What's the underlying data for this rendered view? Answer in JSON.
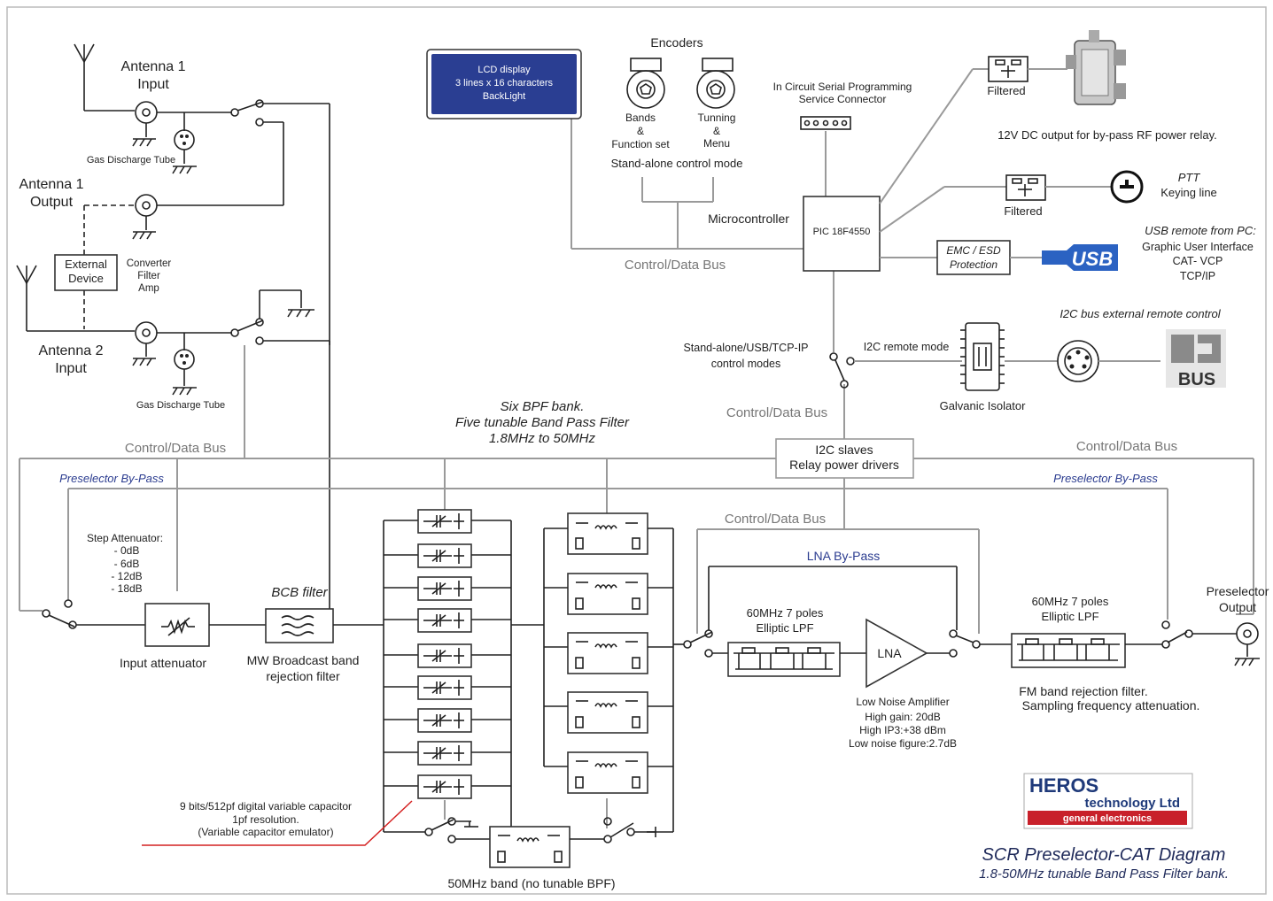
{
  "antenna": {
    "a1_input": [
      "Antenna 1",
      "Input"
    ],
    "a1_output": [
      "Antenna 1",
      "Output"
    ],
    "a2_input": [
      "Antenna 2",
      "Input"
    ],
    "gas_tube_1": "Gas Discharge Tube",
    "gas_tube_2": "Gas Discharge Tube",
    "external_device": [
      "External",
      "Device"
    ],
    "converter": [
      "Converter",
      "Filter",
      "Amp"
    ]
  },
  "lcd": [
    "LCD display",
    "3 lines x 16 characters",
    "BackLight"
  ],
  "encoders": {
    "title": "Encoders",
    "bands": [
      "Bands",
      "&",
      "Function set"
    ],
    "tuning": [
      "Tunning",
      "&",
      "Menu"
    ],
    "mode": "Stand-alone control mode"
  },
  "icsp": [
    "In Circuit Serial Programming",
    "Service Connector"
  ],
  "mcu": {
    "label": "Microcontroller",
    "chip": "PIC 18F4550"
  },
  "bus_labels": {
    "top": "Control/Data Bus",
    "mid": "Control/Data Bus",
    "left": "Control/Data Bus",
    "right": "Control/Data Bus",
    "lower": "Control/Data Bus"
  },
  "filtered_1": "Filtered",
  "filtered_2": "Filtered",
  "dc_output": "12V DC output for by-pass RF power relay.",
  "ptt": [
    "PTT",
    "Keying line"
  ],
  "emc": [
    "EMC / ESD",
    "Protection"
  ],
  "usb_logo": "USB",
  "usb_remote": [
    "USB remote from PC:",
    "Graphic User Interface",
    "CAT- VCP",
    "TCP/IP"
  ],
  "i2c_ext": "I2C bus external remote control",
  "i2c_logo": "BUS",
  "modes": [
    "Stand-alone/USB/TCP-IP",
    "control modes"
  ],
  "i2c_remote_mode": "I2C remote mode",
  "galvanic": "Galvanic Isolator",
  "i2c_slaves": [
    "I2C slaves",
    "Relay power drivers"
  ],
  "bpf_bank": [
    "Six BPF bank.",
    "Five tunable Band Pass Filter",
    "1.8MHz to 50MHz"
  ],
  "preselector_bypass_left": "Preselector By-Pass",
  "preselector_bypass_right": "Preselector By-Pass",
  "step_att": [
    "Step Attenuator:",
    "- 0dB",
    "- 6dB",
    "- 12dB",
    "- 18dB"
  ],
  "input_att": "Input attenuator",
  "bcb": {
    "title": "BCB filter",
    "desc": [
      "MW Broadcast band",
      "rejection filter"
    ]
  },
  "lna_bypass": "LNA By-Pass",
  "lpf1": [
    "60MHz 7 poles",
    "Elliptic LPF"
  ],
  "lpf2": [
    "60MHz 7 poles",
    "Elliptic LPF"
  ],
  "lna": {
    "label": "LNA",
    "desc": [
      "Low Noise Amplifier",
      "High gain: 20dB",
      "High IP3:+38 dBm",
      "Low noise figure:2.7dB"
    ]
  },
  "fm_rej": [
    "FM band rejection filter.",
    "Sampling frequency attenuation."
  ],
  "preselector_output": [
    "Preselector",
    "Output"
  ],
  "varcap": [
    "9 bits/512pf digital variable capacitor",
    "1pf resolution.",
    "(Variable capacitor emulator)"
  ],
  "band50": "50MHz band (no tunable BPF)",
  "heros": {
    "name": "HEROS",
    "sub": "technology Ltd",
    "tag": "general electronics"
  },
  "footer": {
    "title": "SCR Preselector-CAT Diagram",
    "subtitle": "1.8-50MHz tunable Band Pass Filter bank."
  }
}
